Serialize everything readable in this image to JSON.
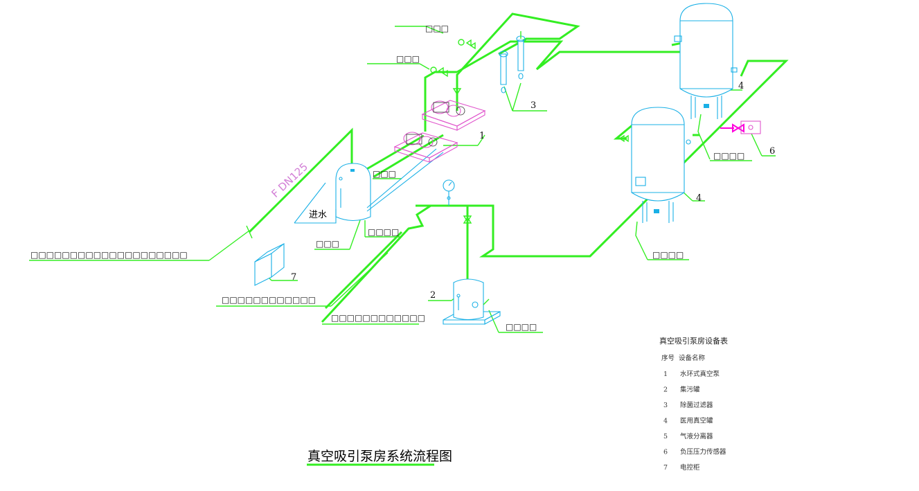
{
  "title": "真空吸引泵房系统流程图",
  "pipe_spec": "F  DN125",
  "inlet_label": "进水",
  "callouts": {
    "tag_top1": "□□□",
    "tag_top2": "□□□",
    "tag_left_long": "□□□□□□□□□□□□□□□□□□□□",
    "tag_tank": "□□□",
    "tag_tank_drain": "□□□□",
    "tag_pipe_mid": "□□□",
    "tag_sewer1": "□□□□□□□□□□□□",
    "tag_sewer2": "□□□□□□□□□□□□",
    "tag_collector": "□□□□",
    "tag_vessel_top": "□□□□",
    "tag_vessel_bottom": "□□□□"
  },
  "numbers": {
    "n1": "1",
    "n2": "2",
    "n3": "3",
    "n4a": "4",
    "n4b": "4",
    "n6": "6",
    "n7": "7"
  },
  "legend": {
    "heading": "真空吸引泵房设备表",
    "col_no": "序号",
    "col_name": "设备名称",
    "rows": [
      {
        "no": "1",
        "name": "水环式真空泵"
      },
      {
        "no": "2",
        "name": "集污罐"
      },
      {
        "no": "3",
        "name": "除菌过滤器"
      },
      {
        "no": "4",
        "name": "医用真空罐"
      },
      {
        "no": "5",
        "name": "气液分离器"
      },
      {
        "no": "6",
        "name": "负压压力传感器"
      },
      {
        "no": "7",
        "name": "电控柜"
      }
    ]
  },
  "colors": {
    "pipe": "#33ee22",
    "equipment": "#1ab0e6",
    "pump_skid": "#e055cc",
    "sensor": "#ff00dd"
  }
}
